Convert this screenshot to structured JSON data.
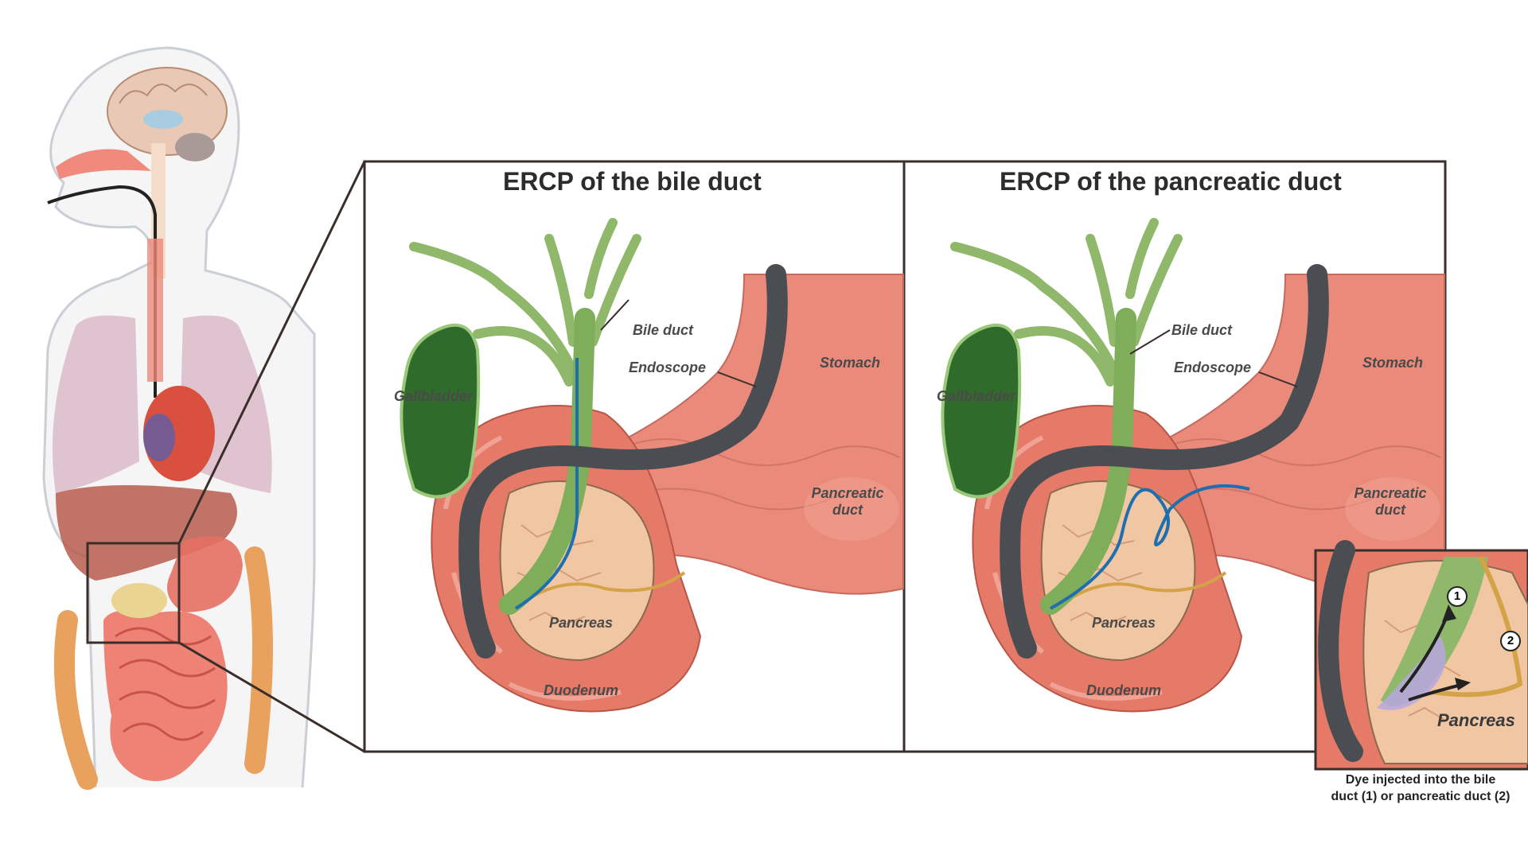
{
  "panels": {
    "bile": {
      "title": "ERCP of the bile duct",
      "labels": {
        "bile_duct": "Bile duct",
        "endoscope": "Endoscope",
        "stomach": "Stomach",
        "gallbladder": "Gallbladder",
        "pancreatic_duct_1": "Pancreatic",
        "pancreatic_duct_2": "duct",
        "pancreas": "Pancreas",
        "duodenum": "Duodenum"
      }
    },
    "pancreatic": {
      "title": "ERCP of the pancreatic duct",
      "labels": {
        "bile_duct": "Bile duct",
        "endoscope": "Endoscope",
        "stomach": "Stomach",
        "gallbladder": "Gallbladder",
        "pancreatic_duct_1": "Pancreatic",
        "pancreatic_duct_2": "duct",
        "pancreas": "Pancreas",
        "duodenum": "Duodenum"
      }
    }
  },
  "inset": {
    "pancreas_label": "Pancreas",
    "marker_1": "1",
    "marker_2": "2",
    "caption_line_1": "Dye injected into the bile",
    "caption_line_2": "duct (1) or pancreatic duct (2)"
  },
  "colors": {
    "frame": "#3a2e2a",
    "stomach": "#ea8a7b",
    "duodenum": "#e67a68",
    "bile_duct": "#8fb86a",
    "gallbladder": "#2f6b2a",
    "endoscope": "#4a4d52",
    "pancreas": "#f1c7a3",
    "catheter": "#1f6fb0"
  }
}
